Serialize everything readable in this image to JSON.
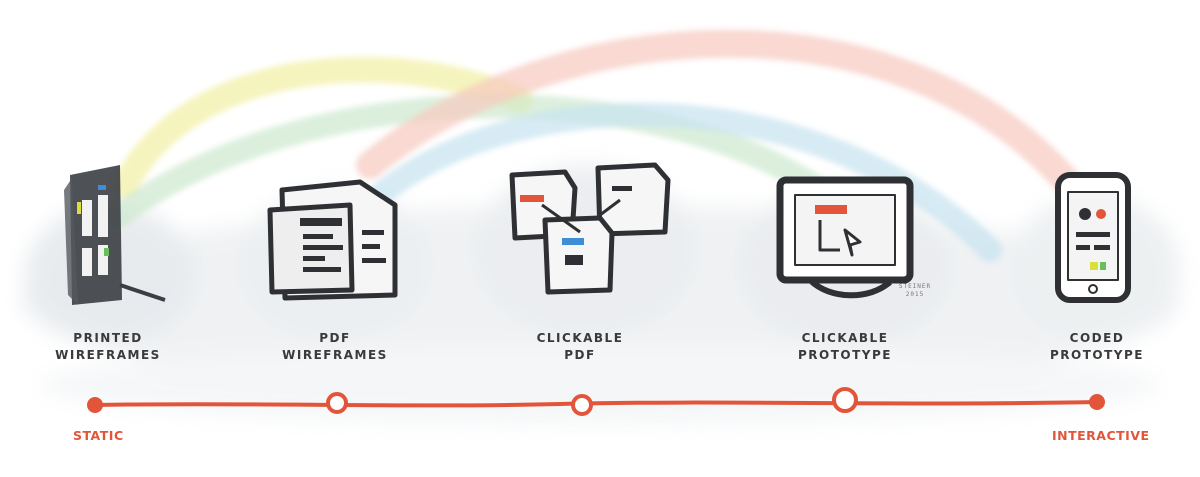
{
  "stages": [
    {
      "label": "PRINTED\nWIREFRAMES",
      "icon": "printed-wireframes-icon"
    },
    {
      "label": "PDF\nWIREFRAMES",
      "icon": "pdf-wireframes-icon"
    },
    {
      "label": "CLICKABLE\nPDF",
      "icon": "clickable-pdf-icon"
    },
    {
      "label": "CLICKABLE\nPROTOTYPE",
      "icon": "monitor-prototype-icon"
    },
    {
      "label": "CODED\nPROTOTYPE",
      "icon": "phone-prototype-icon"
    }
  ],
  "scale": {
    "start_label": "STATIC",
    "end_label": "INTERACTIVE"
  },
  "signature": {
    "name": "STEINER",
    "year": "2015"
  },
  "colors": {
    "accent": "#e2553a",
    "ink": "#2e3033",
    "label": "#3a3a3a",
    "arc_yellow": "#f3f0a8",
    "arc_green": "#cde8cf",
    "arc_blue": "#c6e2ef",
    "arc_red": "#f6c9bf"
  }
}
